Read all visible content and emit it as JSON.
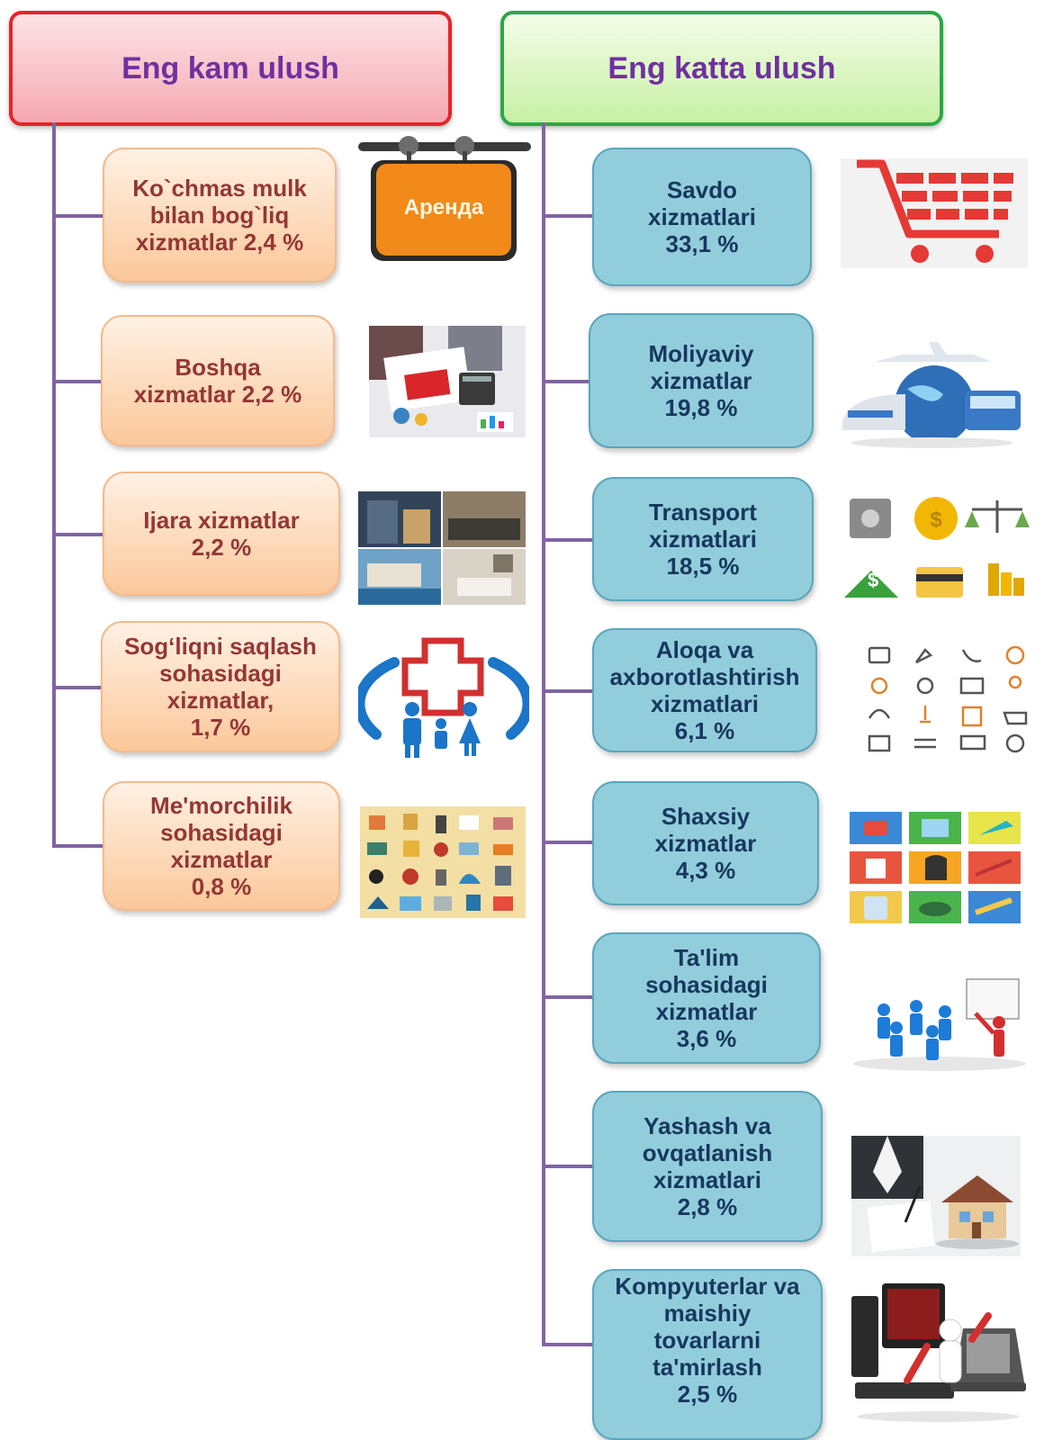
{
  "headers": {
    "left": "Eng kam ulush",
    "right": "Eng katta ulush"
  },
  "left_items": [
    {
      "label": "Ko`chmas mulk\nbilan bog`liq\nxizmatlar 2,4 %",
      "image": "arenda-sign-image",
      "image_text": "Аренда"
    },
    {
      "label": "Boshqa\nxizmatlar 2,2 %",
      "image": "office-paperwork-image"
    },
    {
      "label": "Ijara xizmatlar\n2,2 %",
      "image": "hotel-collage-image"
    },
    {
      "label": "Sog‘liqni saqlash\nsohasidagi\nxizmatlar,\n1,7 %",
      "image": "health-family-cross-icon"
    },
    {
      "label": "Me'morchilik\nsohasidagi\nxizmatlar\n0,8 %",
      "image": "architecture-icons-image"
    }
  ],
  "right_items": [
    {
      "label": "Savdo\nxizmatlari\n33,1 %",
      "image": "shopping-cart-icon"
    },
    {
      "label": "Moliyaviy\nxizmatlar\n19,8 %",
      "image": "transport-globe-image"
    },
    {
      "label": "Transport\nxizmatlari\n18,5 %",
      "image": "finance-icons-image"
    },
    {
      "label": "Aloqa va\naxborotlashtirish\nxizmatlari\n6,1 %",
      "image": "communication-icons-grid"
    },
    {
      "label": "Shaxsiy\nxizmatlar\n4,3 %",
      "image": "personal-service-icons-grid"
    },
    {
      "label": "Ta'lim\nsohasidagi\nxizmatlar\n3,6 %",
      "image": "classroom-figures-image"
    },
    {
      "label": "Yashash va\novqatlanish\nxizmatlari\n2,8 %",
      "image": "house-contract-image"
    },
    {
      "label": "Kompyuterlar va\nmaishiy\ntovarlarni\nta'mirlash\n2,5 %",
      "image": "computer-repair-image"
    }
  ],
  "colors": {
    "left_header_border": "#e8222a",
    "right_header_border": "#2aa845",
    "header_text": "#7030a0",
    "connector": "#8064a2",
    "left_box_text": "#953735",
    "right_box_fill": "#92cddc",
    "right_box_text": "#17375e"
  }
}
